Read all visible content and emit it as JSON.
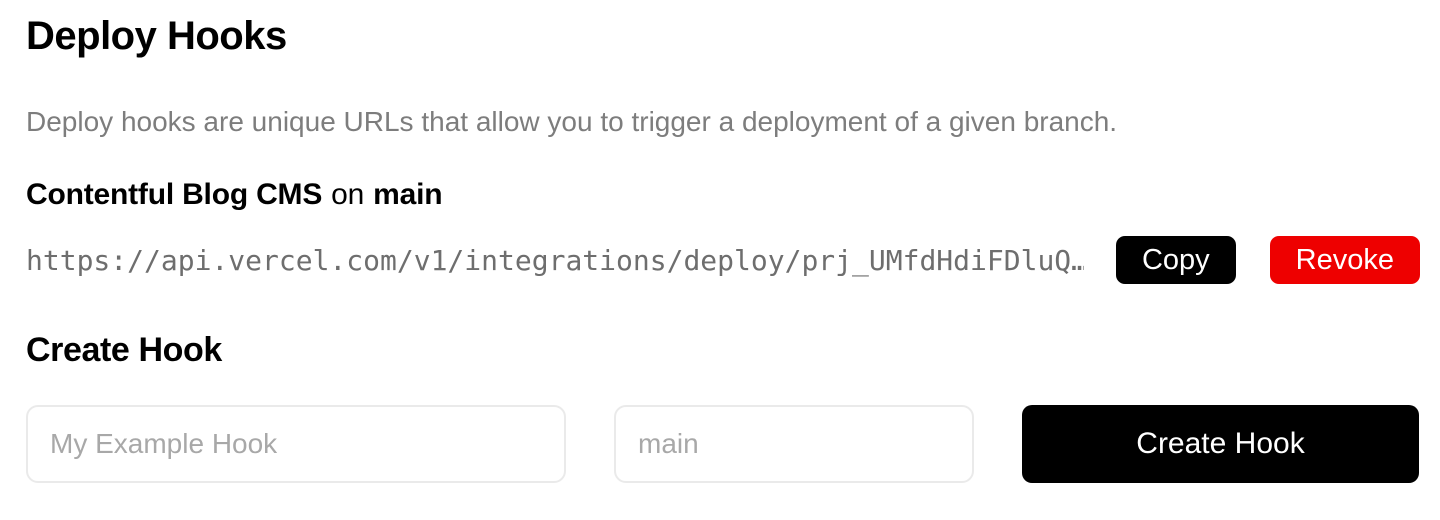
{
  "page": {
    "title": "Deploy Hooks",
    "description": "Deploy hooks are unique URLs that allow you to trigger a deployment of a given branch."
  },
  "hook": {
    "name": "Contentful Blog CMS",
    "on_text": "on",
    "branch": "main",
    "url": "https://api.vercel.com/v1/integrations/deploy/prj_UMfdHdiFDluQ…",
    "copy_label": "Copy",
    "revoke_label": "Revoke"
  },
  "create": {
    "heading": "Create Hook",
    "name_placeholder": "My Example Hook",
    "branch_placeholder": "main",
    "submit_label": "Create Hook"
  },
  "colors": {
    "revoke_red": "#ee0000",
    "button_black": "#000000",
    "muted_text": "#7d7d7d",
    "url_text": "#6e6e6e",
    "input_border": "#eaeaea",
    "placeholder_text": "#a8a8a8"
  }
}
